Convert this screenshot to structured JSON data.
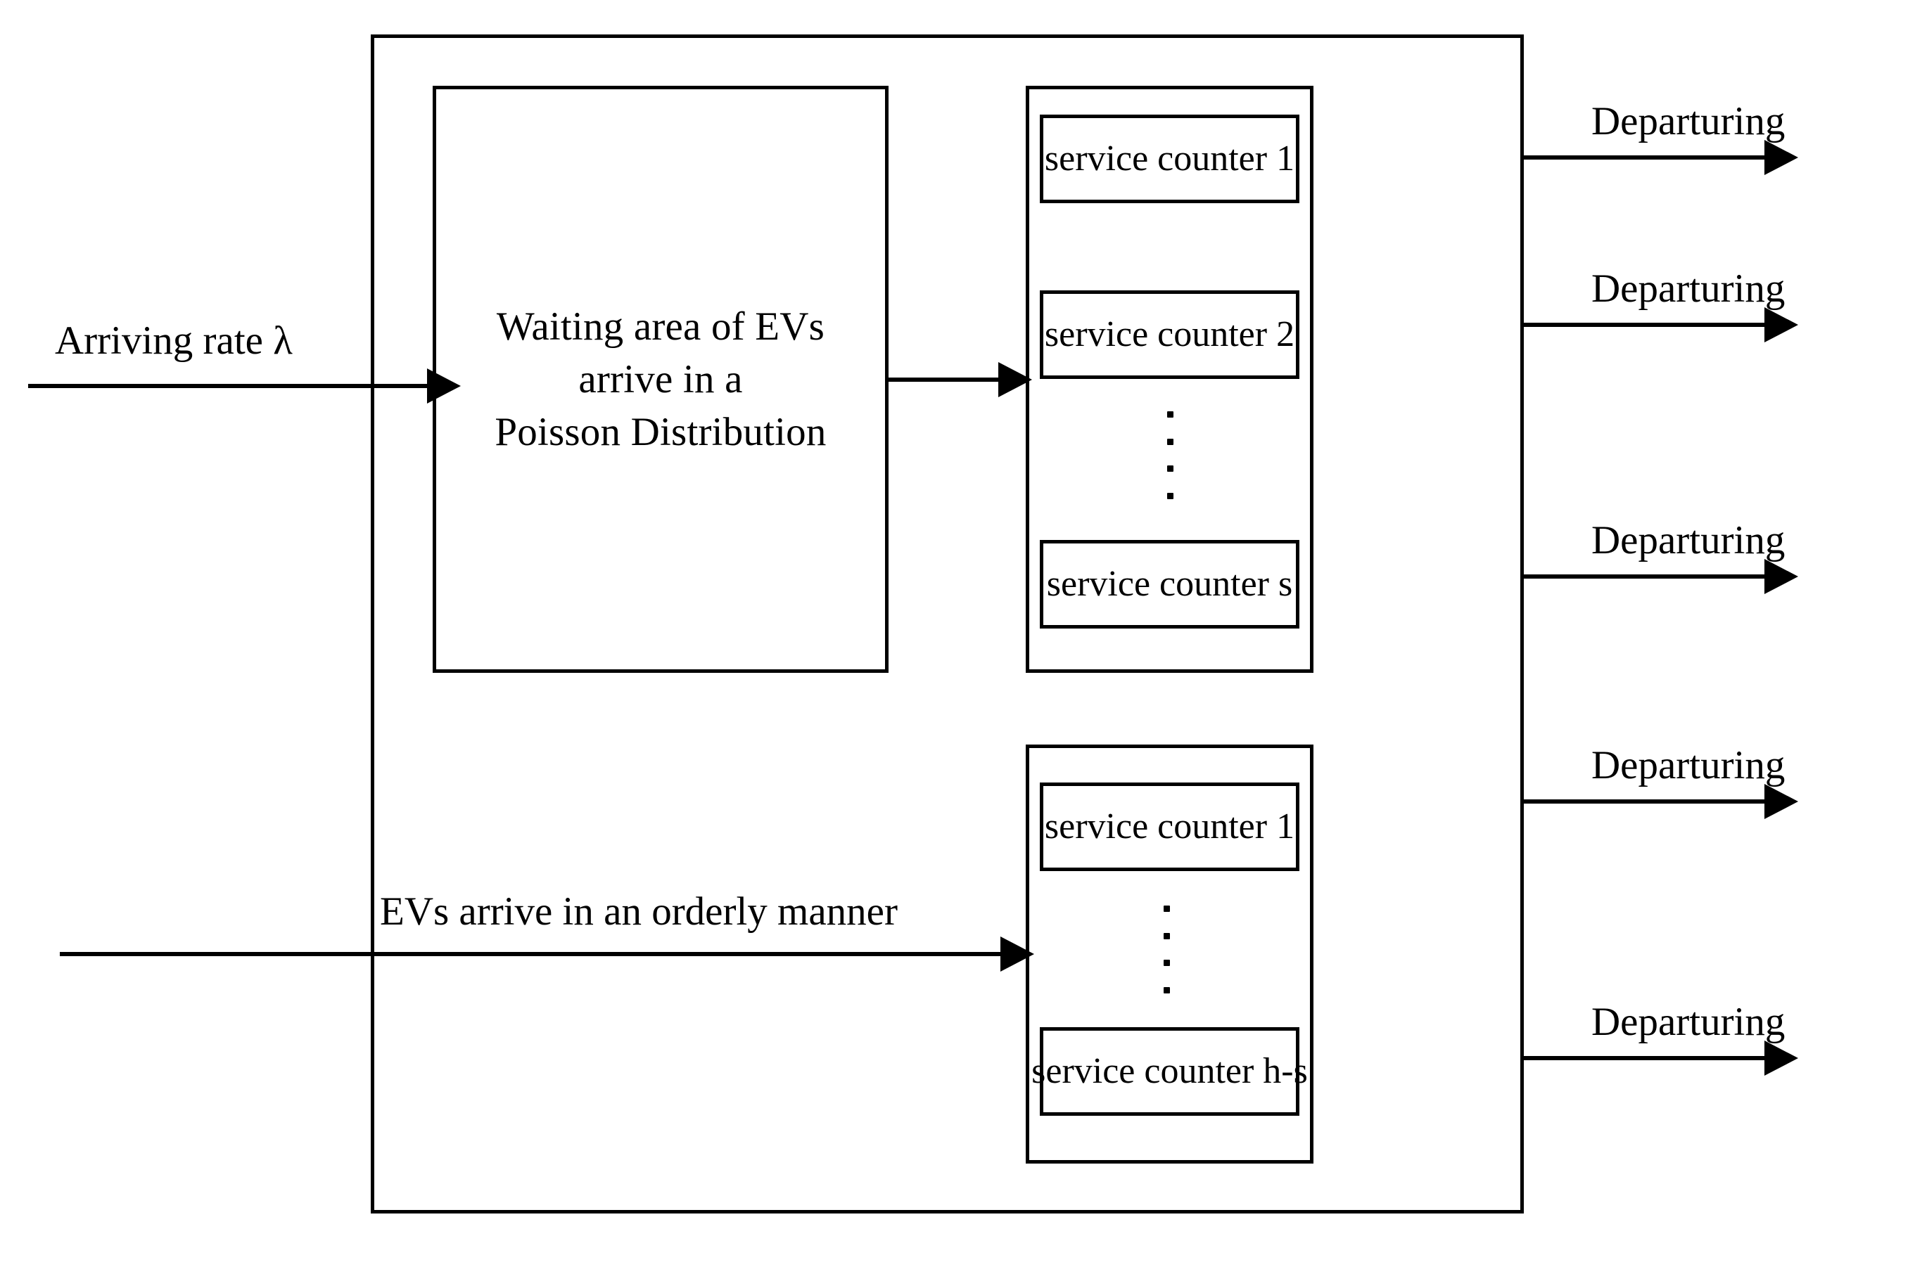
{
  "diagram": {
    "title": "EV charging station queueing model",
    "background_color": "#ffffff",
    "line_color": "#000000"
  },
  "inputs": {
    "arriving_rate_label": "Arriving rate λ",
    "orderly_arrival_label": "EVs arrive in an orderly manner"
  },
  "waiting_area": {
    "line1": "Waiting area of EVs",
    "line2": "arrive in a",
    "line3": "Poisson Distribution"
  },
  "service_groups": [
    {
      "name": "poisson-service-group",
      "counters": [
        {
          "label": "service counter 1"
        },
        {
          "label": "service counter 2"
        },
        {
          "label": "service counter s"
        }
      ],
      "ellipsis": "⋮"
    },
    {
      "name": "orderly-service-group",
      "counters": [
        {
          "label": "service counter 1"
        },
        {
          "label": "service counter h-s"
        }
      ],
      "ellipsis": "⋮"
    }
  ],
  "outputs": {
    "departuring_labels": [
      "Departuring",
      "Departuring",
      "Departuring",
      "Departuring",
      "Departuring"
    ]
  }
}
